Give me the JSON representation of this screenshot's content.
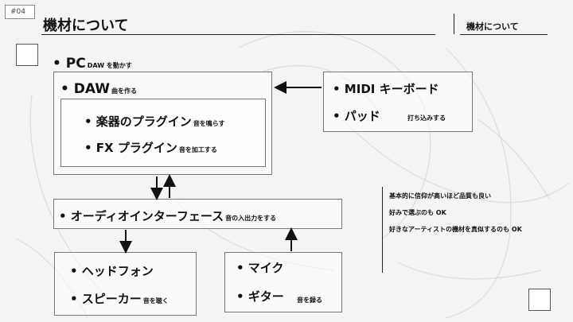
{
  "slide_number": "#04",
  "title": "機材について",
  "header_label": "機材について",
  "pc": {
    "label": "• PC",
    "note": "DAW を動かす"
  },
  "daw": {
    "label": "• DAW",
    "note": "曲を作る"
  },
  "plugins": [
    {
      "label": "• 楽器のプラグイン",
      "note": "音を鳴らす"
    },
    {
      "label": "• FX プラグイン",
      "note": "音を加工する"
    }
  ],
  "midi": [
    {
      "label": "• MIDI キーボード",
      "note": ""
    },
    {
      "label": "• パッド",
      "note": "打ち込みする"
    }
  ],
  "interface": {
    "label": "• オーディオインターフェース",
    "note": "音の入出力をする"
  },
  "outputs": [
    {
      "label": "• ヘッドフォン",
      "note": ""
    },
    {
      "label": "• スピーカー",
      "note": "音を聴く"
    }
  ],
  "inputs": [
    {
      "label": "• マイク",
      "note": ""
    },
    {
      "label": "• ギター",
      "note": "音を録る"
    }
  ],
  "notes": [
    "基本的に信仰が高いほど品質も良い",
    "好みで選ぶのも OK",
    "好きなアーティストの機材を真似するのも OK"
  ],
  "colors": {
    "ink": "#111111",
    "line": "#777777",
    "background": "#f4f4f4"
  }
}
